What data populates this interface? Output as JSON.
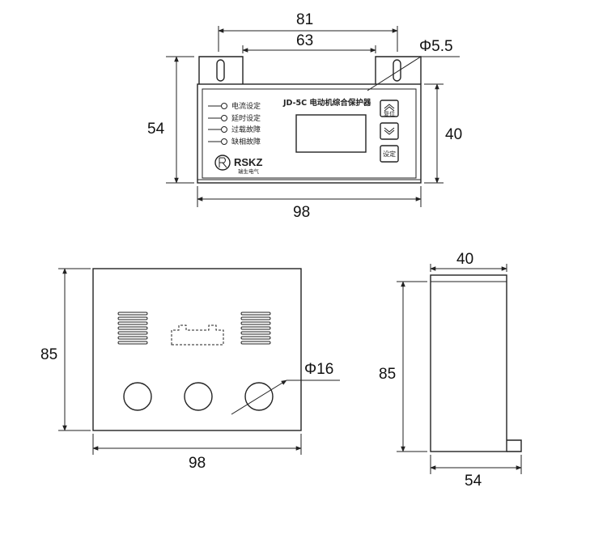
{
  "front_view": {
    "model_title": "JD-5C 电动机综合保护器",
    "indicators": [
      "电流设定",
      "延时设定",
      "过载故障",
      "缺相故障"
    ],
    "buttons": {
      "reset_label": "复位",
      "set_label": "设定"
    },
    "logo": {
      "brand": "RSKZ",
      "subtitle": "瑞生电气"
    },
    "dimensions": {
      "top_outer": "81",
      "top_inner": "63",
      "hole": "Φ5.5",
      "left_height": "54",
      "right_height": "40",
      "bottom_width": "98"
    }
  },
  "bottom_view": {
    "dimensions": {
      "left_height": "85",
      "hole": "Φ16",
      "bottom_width": "98"
    }
  },
  "side_view": {
    "dimensions": {
      "top_width": "40",
      "left_height": "85",
      "bottom_width": "54"
    }
  }
}
